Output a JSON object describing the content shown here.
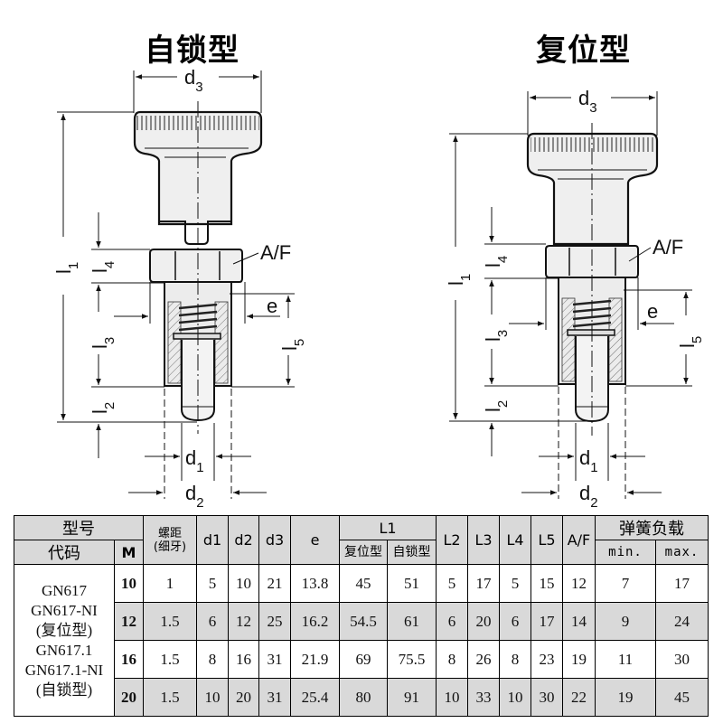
{
  "titles": {
    "left": "自锁型",
    "right": "复位型"
  },
  "drawing_labels": {
    "d3": "d",
    "d3_sub": "3",
    "d1": "d",
    "d1_sub": "1",
    "d2": "d",
    "d2_sub": "2",
    "l1": "l",
    "l1_sub": "1",
    "l2": "l",
    "l2_sub": "2",
    "l3": "l",
    "l3_sub": "3",
    "l4": "l",
    "l4_sub": "4",
    "l5": "l",
    "l5_sub": "5",
    "e": "e",
    "af": "A/F"
  },
  "table": {
    "header": {
      "model_group": "型号",
      "code": "代码",
      "m": "M",
      "pitch_line1": "螺距",
      "pitch_line2": "(细牙)",
      "d1": "d1",
      "d2": "d2",
      "d3": "d3",
      "e": "e",
      "l1": "L1",
      "l1_reset": "复位型",
      "l1_lock": "自锁型",
      "l2": "L2",
      "l3": "L3",
      "l4": "L4",
      "l5": "L5",
      "af": "A/F",
      "spring": "弹簧负载",
      "min": "min.",
      "max": "max."
    },
    "model_codes": [
      "GN617",
      "GN617-NI",
      "(复位型)",
      "GN617.1",
      "GN617.1-NI",
      "(自锁型)"
    ],
    "rows": [
      {
        "m": "10",
        "pitch": "1",
        "d1": "5",
        "d2": "10",
        "d3": "21",
        "e": "13.8",
        "l1_reset": "45",
        "l1_lock": "51",
        "l2": "5",
        "l3": "17",
        "l4": "5",
        "l5": "15",
        "af": "12",
        "min": "7",
        "max": "17"
      },
      {
        "m": "12",
        "pitch": "1.5",
        "d1": "6",
        "d2": "12",
        "d3": "25",
        "e": "16.2",
        "l1_reset": "54.5",
        "l1_lock": "61",
        "l2": "6",
        "l3": "20",
        "l4": "6",
        "l5": "17",
        "af": "14",
        "min": "9",
        "max": "24"
      },
      {
        "m": "16",
        "pitch": "1.5",
        "d1": "8",
        "d2": "16",
        "d3": "31",
        "e": "21.9",
        "l1_reset": "69",
        "l1_lock": "75.5",
        "l2": "8",
        "l3": "26",
        "l4": "8",
        "l5": "23",
        "af": "19",
        "min": "11",
        "max": "30"
      },
      {
        "m": "20",
        "pitch": "1.5",
        "d1": "10",
        "d2": "20",
        "d3": "31",
        "e": "25.4",
        "l1_reset": "80",
        "l1_lock": "91",
        "l2": "10",
        "l3": "33",
        "l4": "10",
        "l5": "30",
        "af": "22",
        "min": "19",
        "max": "45"
      }
    ]
  },
  "colors": {
    "header_bg": "#d9d9d9",
    "m_value": "#e00000",
    "line": "#000000",
    "part_fill": "#efefef"
  }
}
